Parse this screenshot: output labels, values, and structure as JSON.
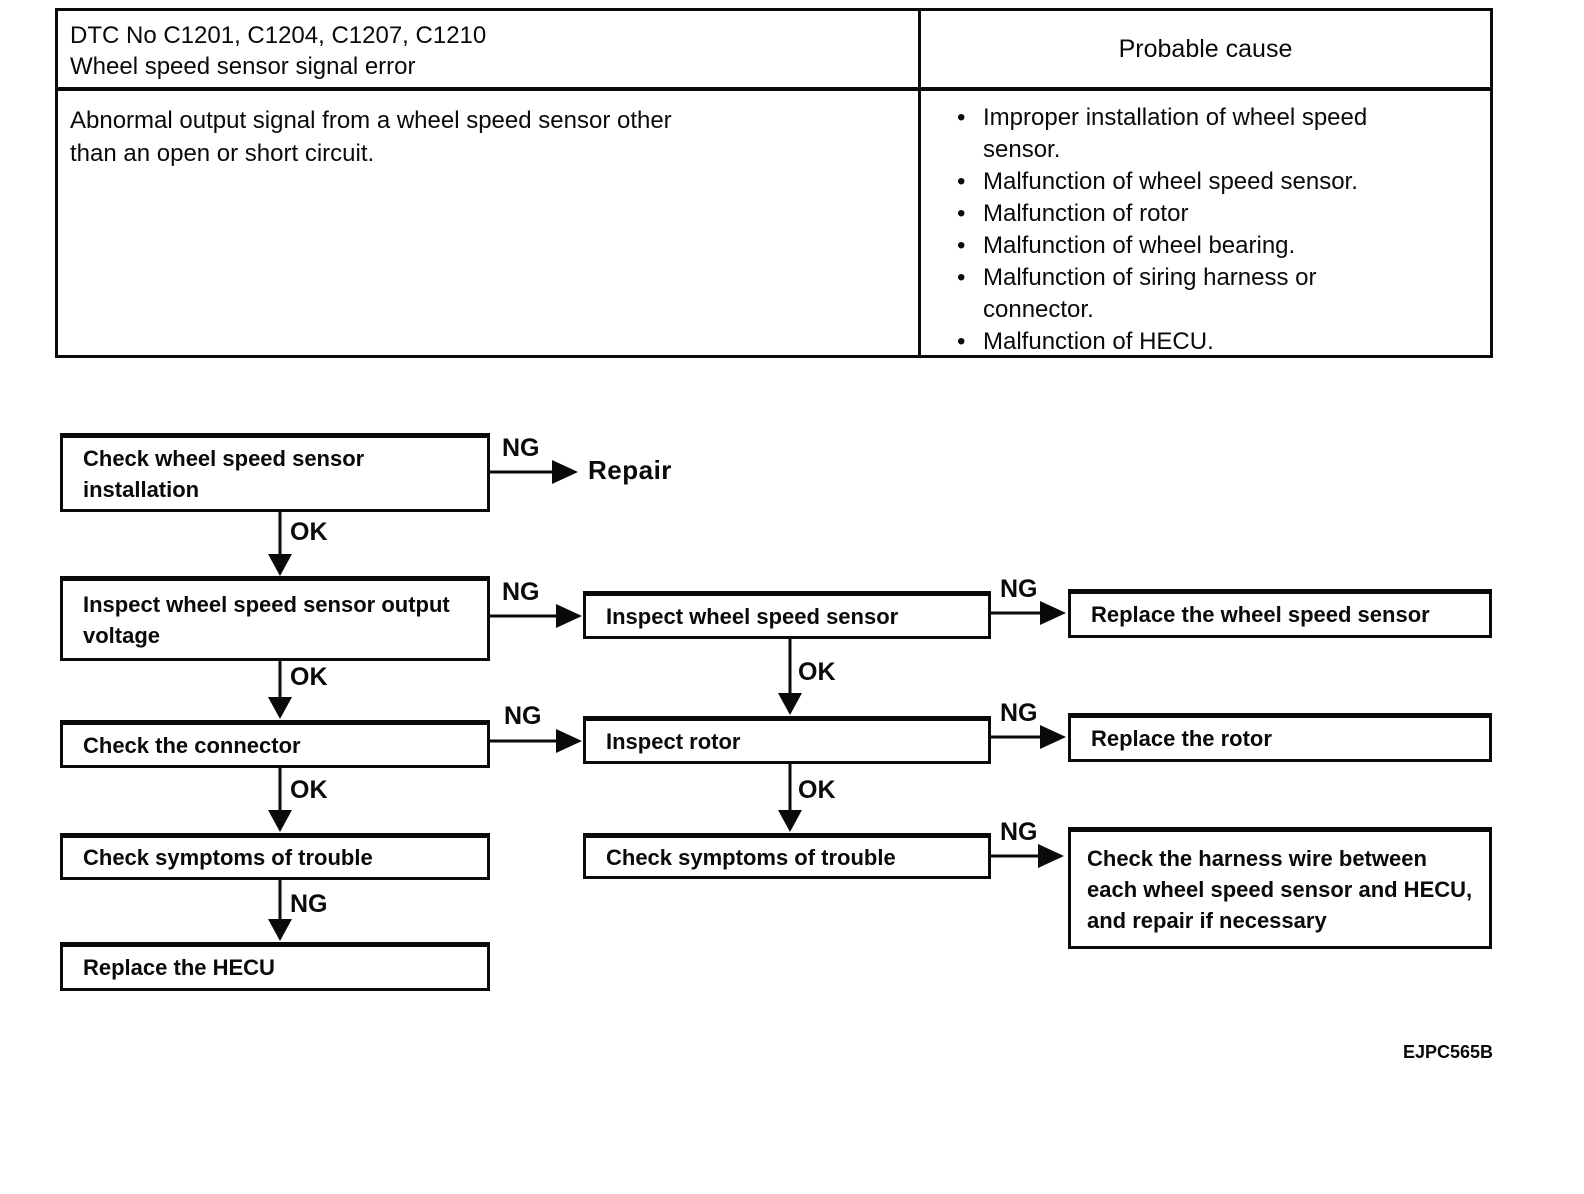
{
  "dtc_table": {
    "code_line": "DTC No C1201, C1204, C1207, C1210",
    "title_line": "Wheel speed sensor signal error",
    "probable_cause_header": "Probable cause",
    "description_line1": "Abnormal output signal from a wheel speed sensor other",
    "description_line2": "than an open or short circuit.",
    "bullet": "•",
    "causes": [
      "Improper installation of wheel speed sensor.",
      "Malfunction of wheel speed sensor.",
      "Malfunction of rotor",
      "Malfunction of wheel bearing.",
      "Malfunction of siring harness or connector.",
      "Malfunction of HECU."
    ]
  },
  "flowchart": {
    "edge_labels": {
      "ok": "OK",
      "ng": "NG"
    },
    "repair_label": "Repair",
    "boxes": {
      "check_installation": "Check wheel speed sensor installation",
      "inspect_output_voltage": "Inspect wheel speed sensor output voltage",
      "check_connector": "Check the connector",
      "check_symptoms_left": "Check symptoms of trouble",
      "replace_hecu": "Replace the HECU",
      "inspect_sensor": "Inspect wheel speed sensor",
      "inspect_rotor": "Inspect rotor",
      "check_symptoms_mid": "Check symptoms of trouble",
      "replace_sensor": "Replace the wheel speed sensor",
      "replace_rotor": "Replace the rotor",
      "check_harness": "Check the harness wire between each wheel speed sensor and HECU, and repair if necessary"
    }
  },
  "footer": {
    "figure_code": "EJPC565B"
  }
}
